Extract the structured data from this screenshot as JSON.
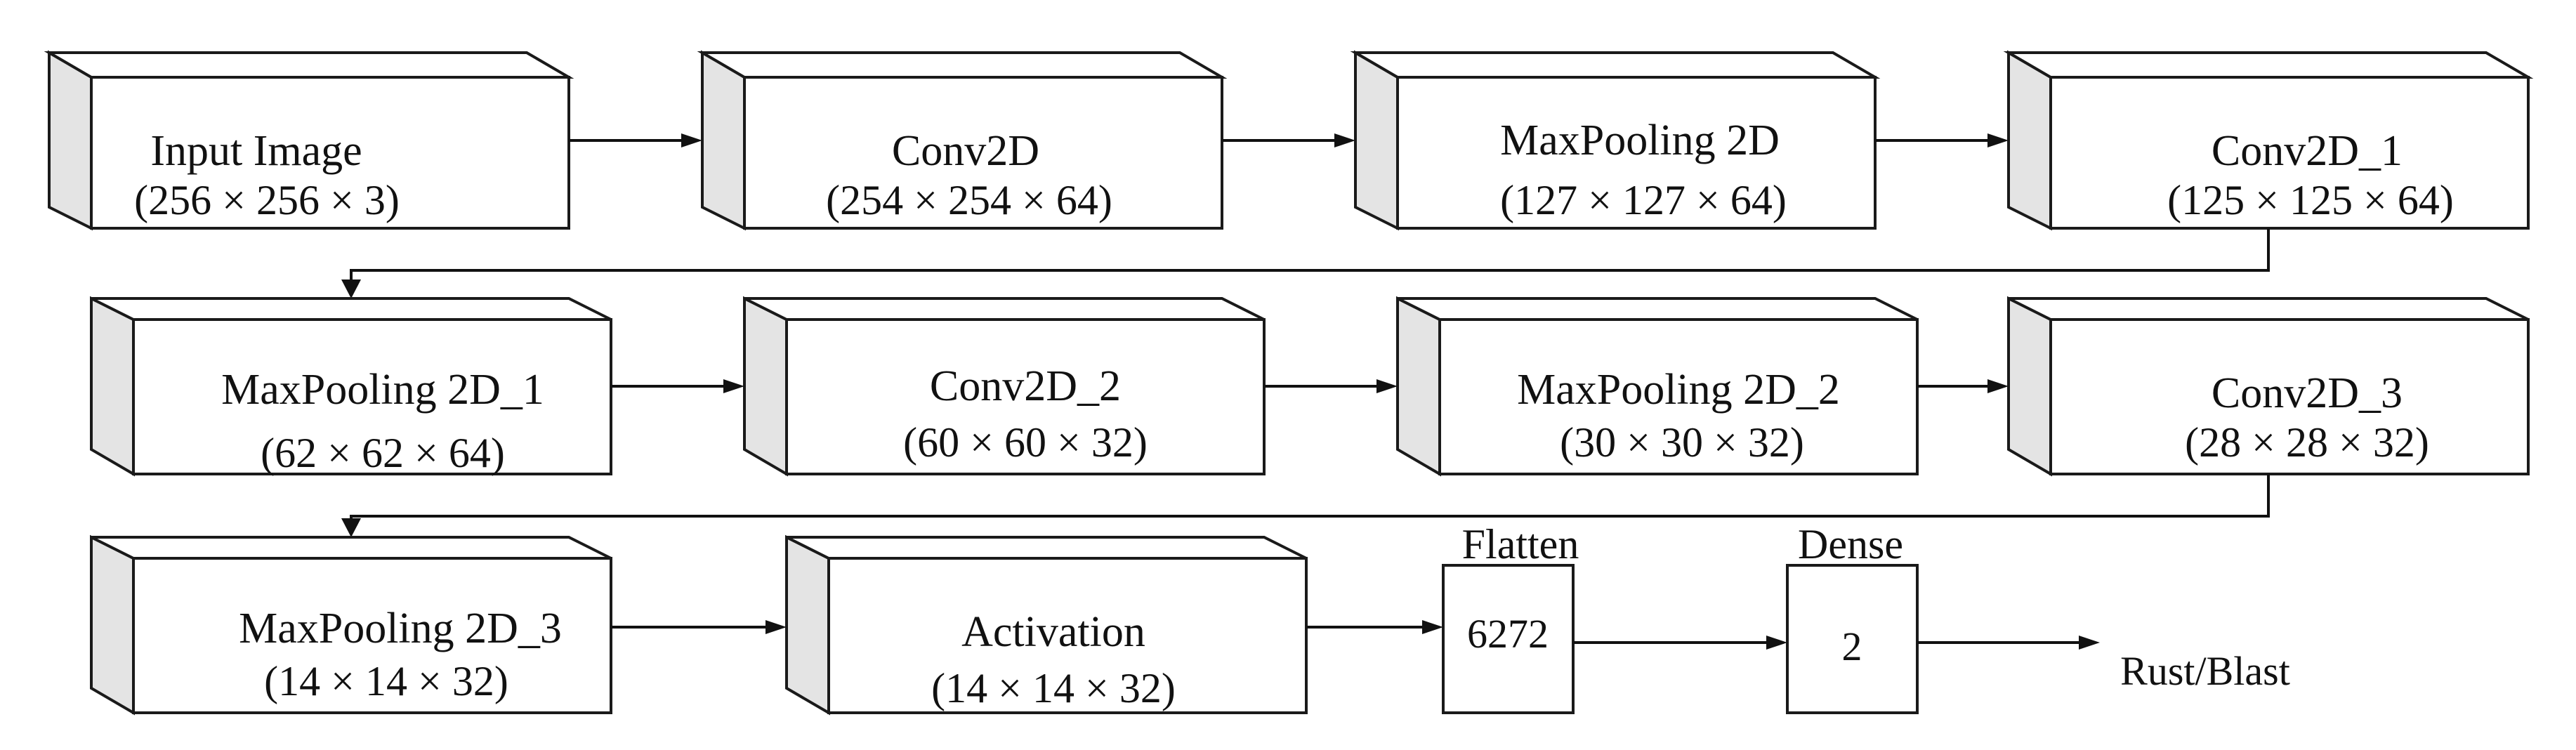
{
  "layers": [
    {
      "name": "Input Image",
      "dims": "(256 × 256 × 3)"
    },
    {
      "name": "Conv2D",
      "dims": "(254 × 254 × 64)"
    },
    {
      "name": "MaxPooling 2D",
      "dims": "(127 × 127 × 64)"
    },
    {
      "name": "Conv2D_1",
      "dims": "(125 × 125 × 64)"
    },
    {
      "name": "MaxPooling 2D_1",
      "dims": "(62 × 62 × 64)"
    },
    {
      "name": "Conv2D_2",
      "dims": "(60 × 60 × 32)"
    },
    {
      "name": "MaxPooling 2D_2",
      "dims": "(30 × 30 × 32)"
    },
    {
      "name": "Conv2D_3",
      "dims": "(28 × 28 × 32)"
    },
    {
      "name": "MaxPooling 2D_3",
      "dims": "(14 × 14 × 32)"
    },
    {
      "name": "Activation",
      "dims": "(14 × 14 × 32)"
    }
  ],
  "flatten": {
    "title": "Flatten",
    "value": "6272"
  },
  "dense": {
    "title": "Dense",
    "value": "2"
  },
  "output": {
    "label": "Rust/Blast"
  }
}
